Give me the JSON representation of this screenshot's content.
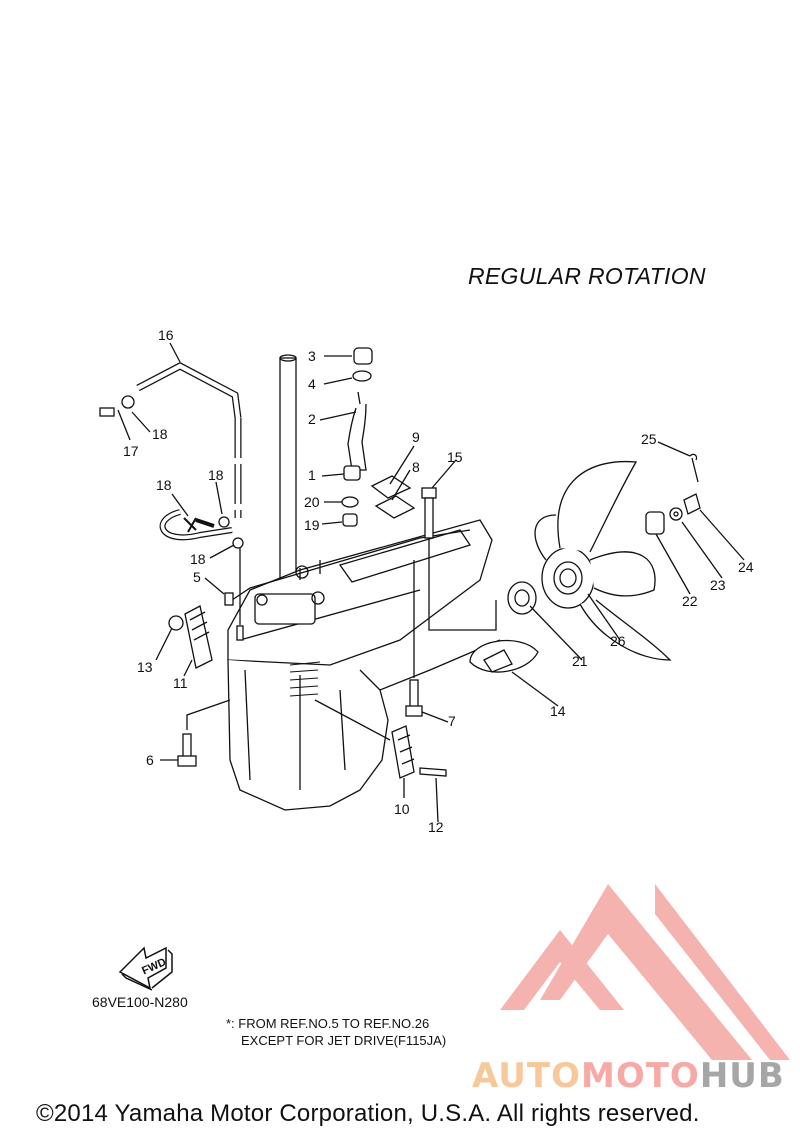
{
  "diagram": {
    "title": "REGULAR ROTATION",
    "part_code": "68VE100-N280",
    "note_line1": "*: FROM REF.NO.5 TO REF.NO.26",
    "note_line2": "EXCEPT FOR JET DRIVE(F115JA)",
    "fwd_label": "FWD",
    "callouts": [
      {
        "ref": "16"
      },
      {
        "ref": "3"
      },
      {
        "ref": "4"
      },
      {
        "ref": "2"
      },
      {
        "ref": "18"
      },
      {
        "ref": "17"
      },
      {
        "ref": "9"
      },
      {
        "ref": "8"
      },
      {
        "ref": "15"
      },
      {
        "ref": "25"
      },
      {
        "ref": "1"
      },
      {
        "ref": "18"
      },
      {
        "ref": "18"
      },
      {
        "ref": "20"
      },
      {
        "ref": "19"
      },
      {
        "ref": "18"
      },
      {
        "ref": "5"
      },
      {
        "ref": "24"
      },
      {
        "ref": "23"
      },
      {
        "ref": "22"
      },
      {
        "ref": "26"
      },
      {
        "ref": "21"
      },
      {
        "ref": "13"
      },
      {
        "ref": "11"
      },
      {
        "ref": "14"
      },
      {
        "ref": "7"
      },
      {
        "ref": "6"
      },
      {
        "ref": "10"
      },
      {
        "ref": "12"
      }
    ]
  },
  "footer": {
    "copyright": "©2014 Yamaha Motor Corporation, U.S.A. All rights reserved."
  },
  "watermark": {
    "part1": "AUTO",
    "part2": "MOTO",
    "part3": "HUB",
    "colors": {
      "part1": "#f7c99a",
      "part2": "#f6a9a5",
      "part3": "#a6a6a6",
      "logo": "#f4a6a2"
    }
  }
}
